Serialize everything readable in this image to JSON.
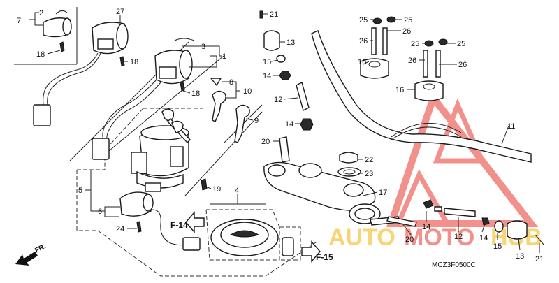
{
  "diagram": {
    "code": "MCZ3F0500C",
    "front_label": "FR.",
    "ref_left": "F-14",
    "ref_right": "F-15",
    "watermark": {
      "left": "AUTO",
      "mid": "MOTO",
      "right": "HUB",
      "accent": "#e8392e",
      "gold": "#f0b400"
    },
    "callouts": {
      "c1": "1",
      "c2": "2",
      "c3": "3",
      "c4": "4",
      "c5": "5",
      "c6": "6",
      "c7": "7",
      "c8": "8",
      "c9": "9",
      "c10": "10",
      "c11": "11",
      "c12a": "12",
      "c12b": "12",
      "c13a": "13",
      "c13b": "13",
      "c14a": "14",
      "c14b": "14",
      "c14c": "14",
      "c14d": "14",
      "c15a": "15",
      "c15b": "15",
      "c16a": "16",
      "c16b": "16",
      "c17": "17",
      "c18a": "18",
      "c18b": "18",
      "c18c": "18",
      "c19": "19",
      "c20a": "20",
      "c20b": "20",
      "c21a": "21",
      "c21b": "21",
      "c22": "22",
      "c23": "23",
      "c24": "24",
      "c25a": "25",
      "c25b": "25",
      "c25c": "25",
      "c25d": "25",
      "c26a": "26",
      "c26b": "26",
      "c26c": "26",
      "c26d": "26",
      "c27": "27"
    }
  }
}
